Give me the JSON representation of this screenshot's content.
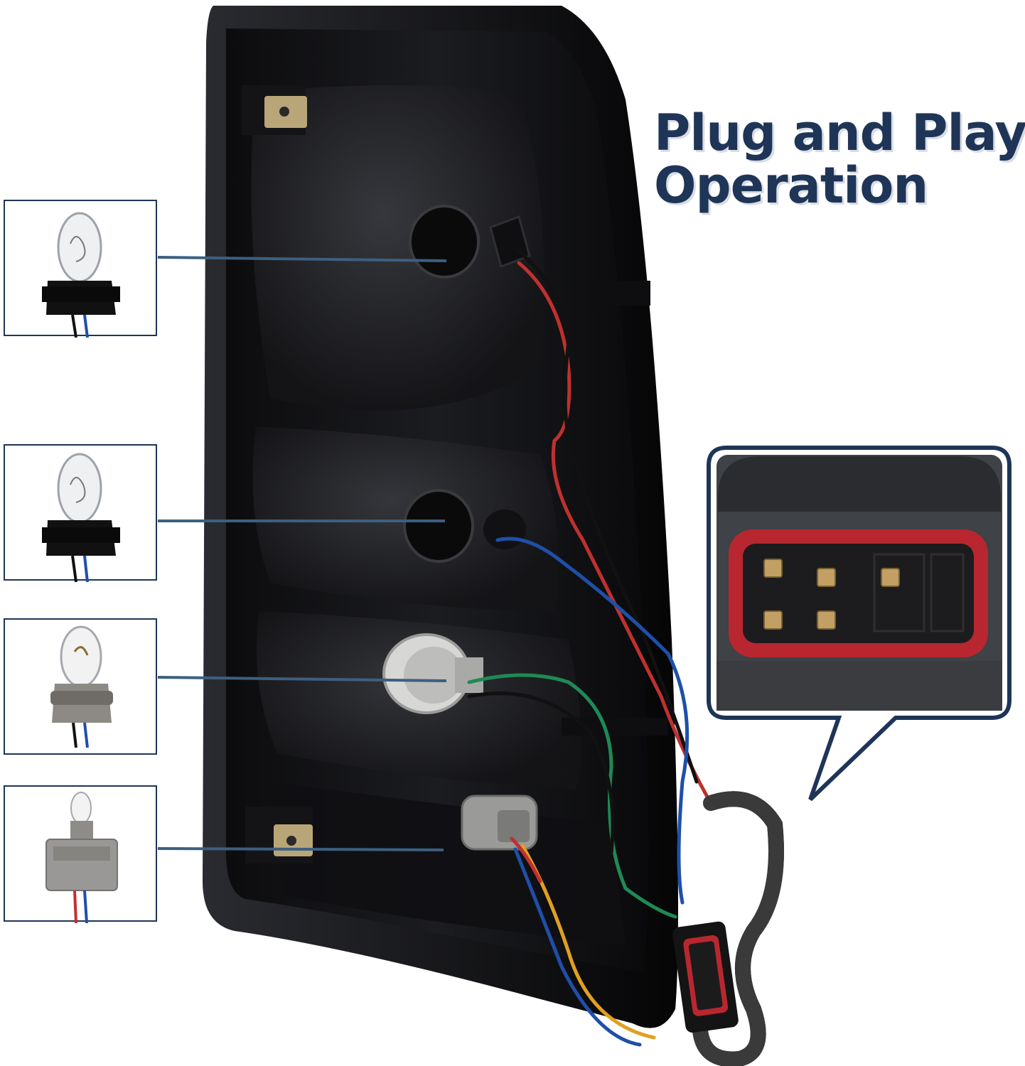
{
  "headline": {
    "line1": "Plug and Play",
    "line2": "Operation"
  },
  "colors": {
    "headline": "#1f3557",
    "frame": "#1f3557",
    "connector_seal": "#b8272f"
  },
  "bulb_insets": [
    {
      "name": "bulb-1157-top",
      "socket": "black",
      "wires": [
        "#1f4fa8",
        "#111111"
      ]
    },
    {
      "name": "bulb-1157-middle",
      "socket": "black",
      "wires": [
        "#1f4fa8",
        "#111111"
      ]
    },
    {
      "name": "bulb-3157-grey",
      "socket": "grey",
      "wires": [
        "#1f4fa8",
        "#111111"
      ]
    },
    {
      "name": "bulb-wedge-small",
      "socket": "grey",
      "wires": [
        "#c0302f",
        "#1f4fa8"
      ]
    }
  ]
}
